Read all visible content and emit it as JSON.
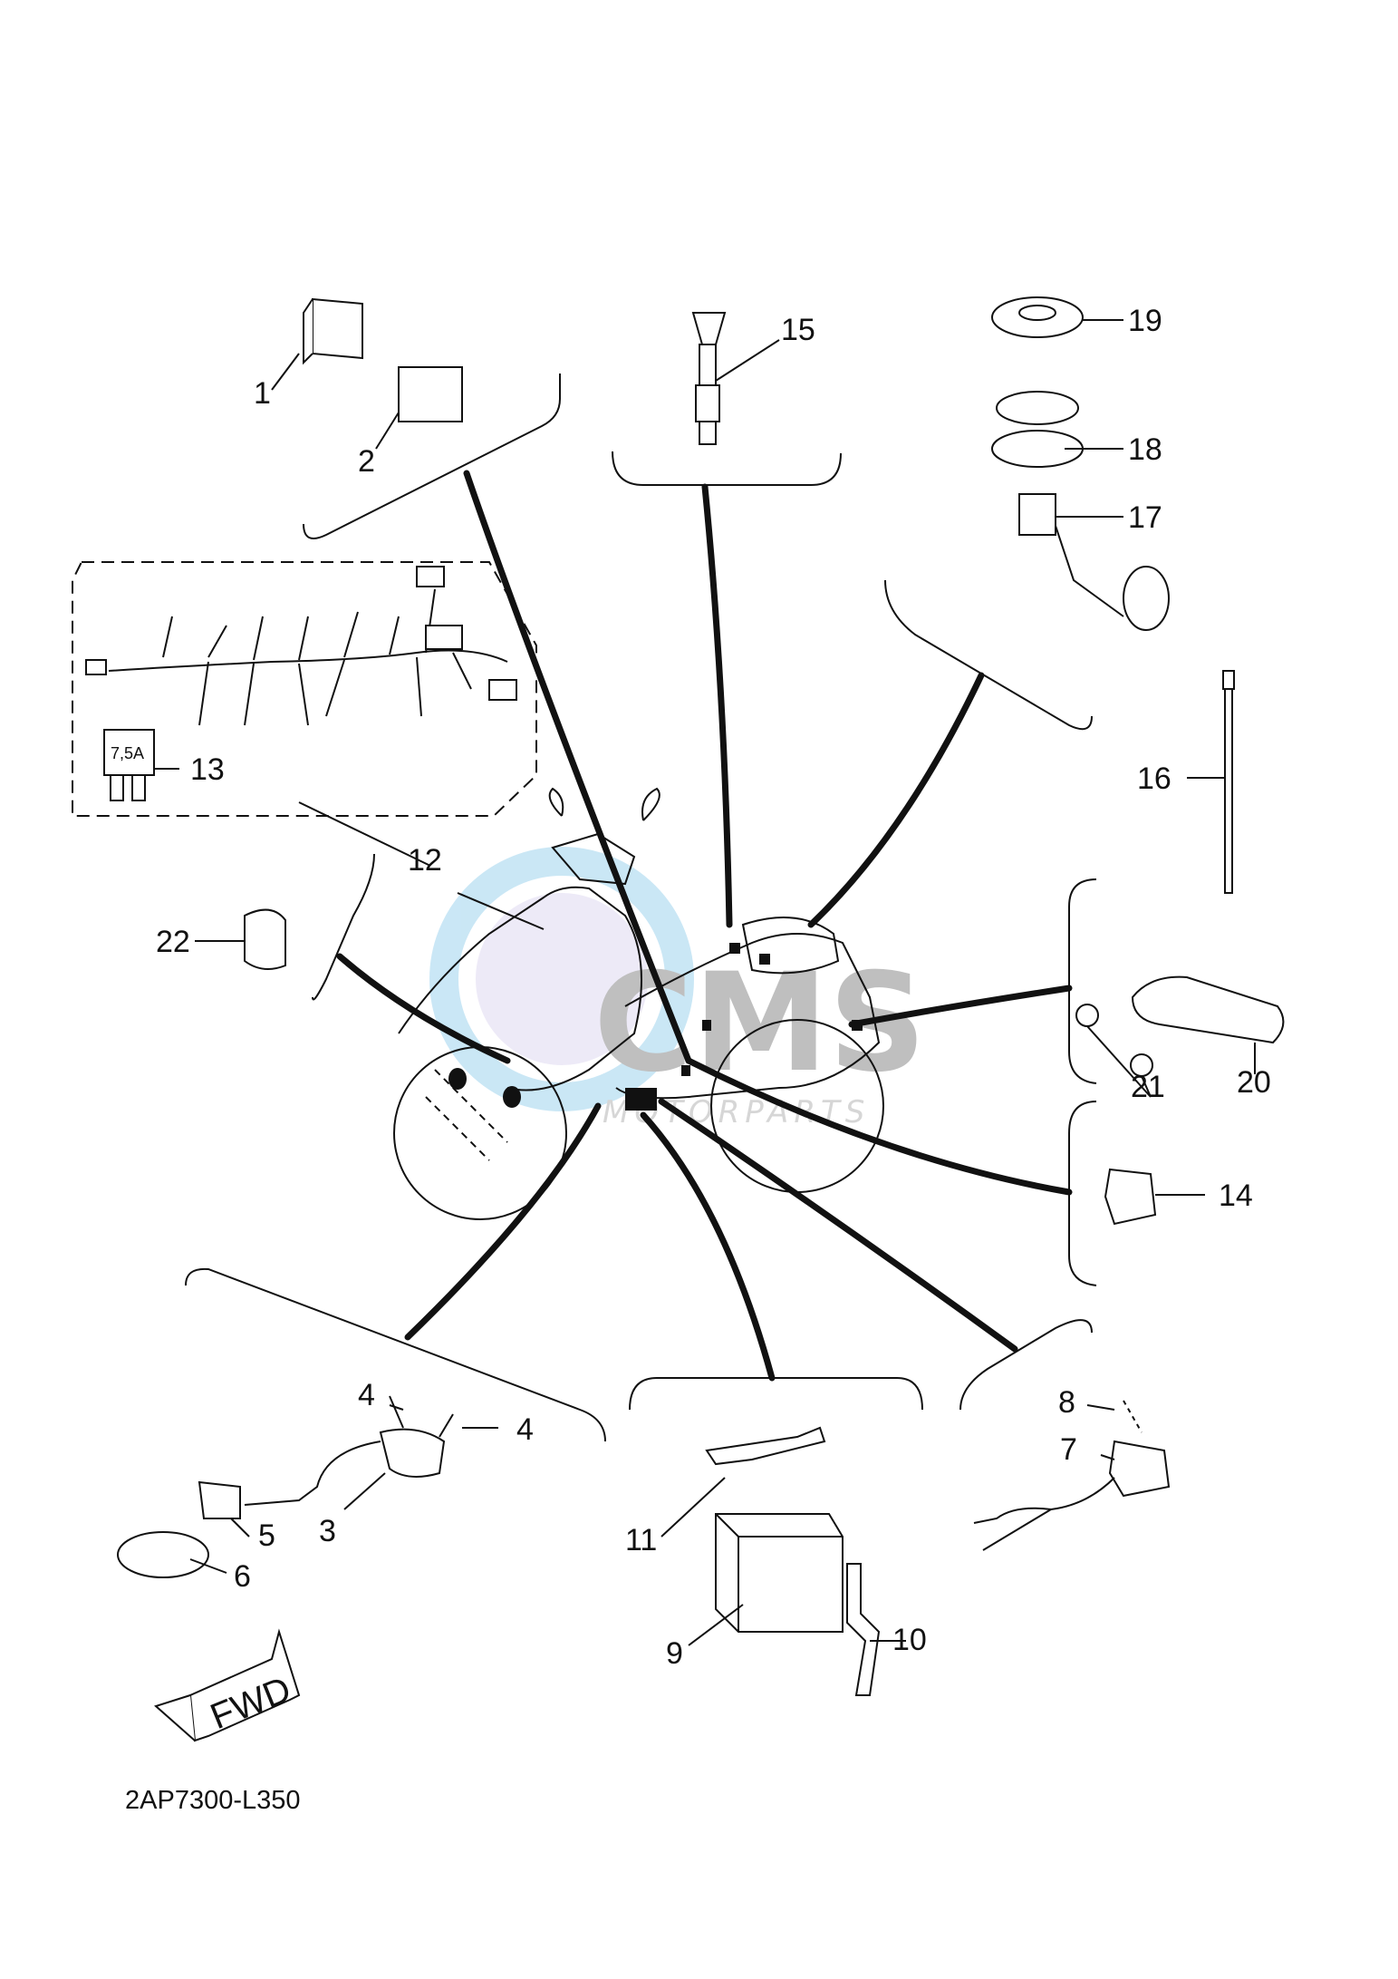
{
  "diagram": {
    "reference_code": "2AP7300-L350",
    "fwd_label": "FWD",
    "fuse_rating": "7,5A",
    "watermark": {
      "brand": "CMS",
      "subtitle": "MOTORPARTS"
    },
    "callouts": [
      {
        "id": "c1",
        "text": "1",
        "part": "relay"
      },
      {
        "id": "c2",
        "text": "2",
        "part": "relay-cover"
      },
      {
        "id": "c3",
        "text": "3",
        "part": "ignition-coil"
      },
      {
        "id": "c4a",
        "text": "4",
        "part": "bolt"
      },
      {
        "id": "c4b",
        "text": "4",
        "part": "bolt"
      },
      {
        "id": "c5",
        "text": "5",
        "part": "spark-plug-cap"
      },
      {
        "id": "c6",
        "text": "6",
        "part": "cap-cover"
      },
      {
        "id": "c7",
        "text": "7",
        "part": "rectifier-regulator"
      },
      {
        "id": "c8",
        "text": "8",
        "part": "bolt"
      },
      {
        "id": "c9",
        "text": "9",
        "part": "battery"
      },
      {
        "id": "c10",
        "text": "10",
        "part": "breather-pipe"
      },
      {
        "id": "c11",
        "text": "11",
        "part": "battery-band"
      },
      {
        "id": "c12",
        "text": "12",
        "part": "wire-harness"
      },
      {
        "id": "c13",
        "text": "13",
        "part": "fuse"
      },
      {
        "id": "c14",
        "text": "14",
        "part": "relay"
      },
      {
        "id": "c15",
        "text": "15",
        "part": "sensor"
      },
      {
        "id": "c16",
        "text": "16",
        "part": "cable-tie"
      },
      {
        "id": "c17",
        "text": "17",
        "part": "fuel-sender"
      },
      {
        "id": "c18",
        "text": "18",
        "part": "fuel-sender-ring"
      },
      {
        "id": "c19",
        "text": "19",
        "part": "grommet"
      },
      {
        "id": "c20",
        "text": "20",
        "part": "plate"
      },
      {
        "id": "c21",
        "text": "21",
        "part": "damper"
      },
      {
        "id": "c22",
        "text": "22",
        "part": "reflector"
      }
    ]
  }
}
